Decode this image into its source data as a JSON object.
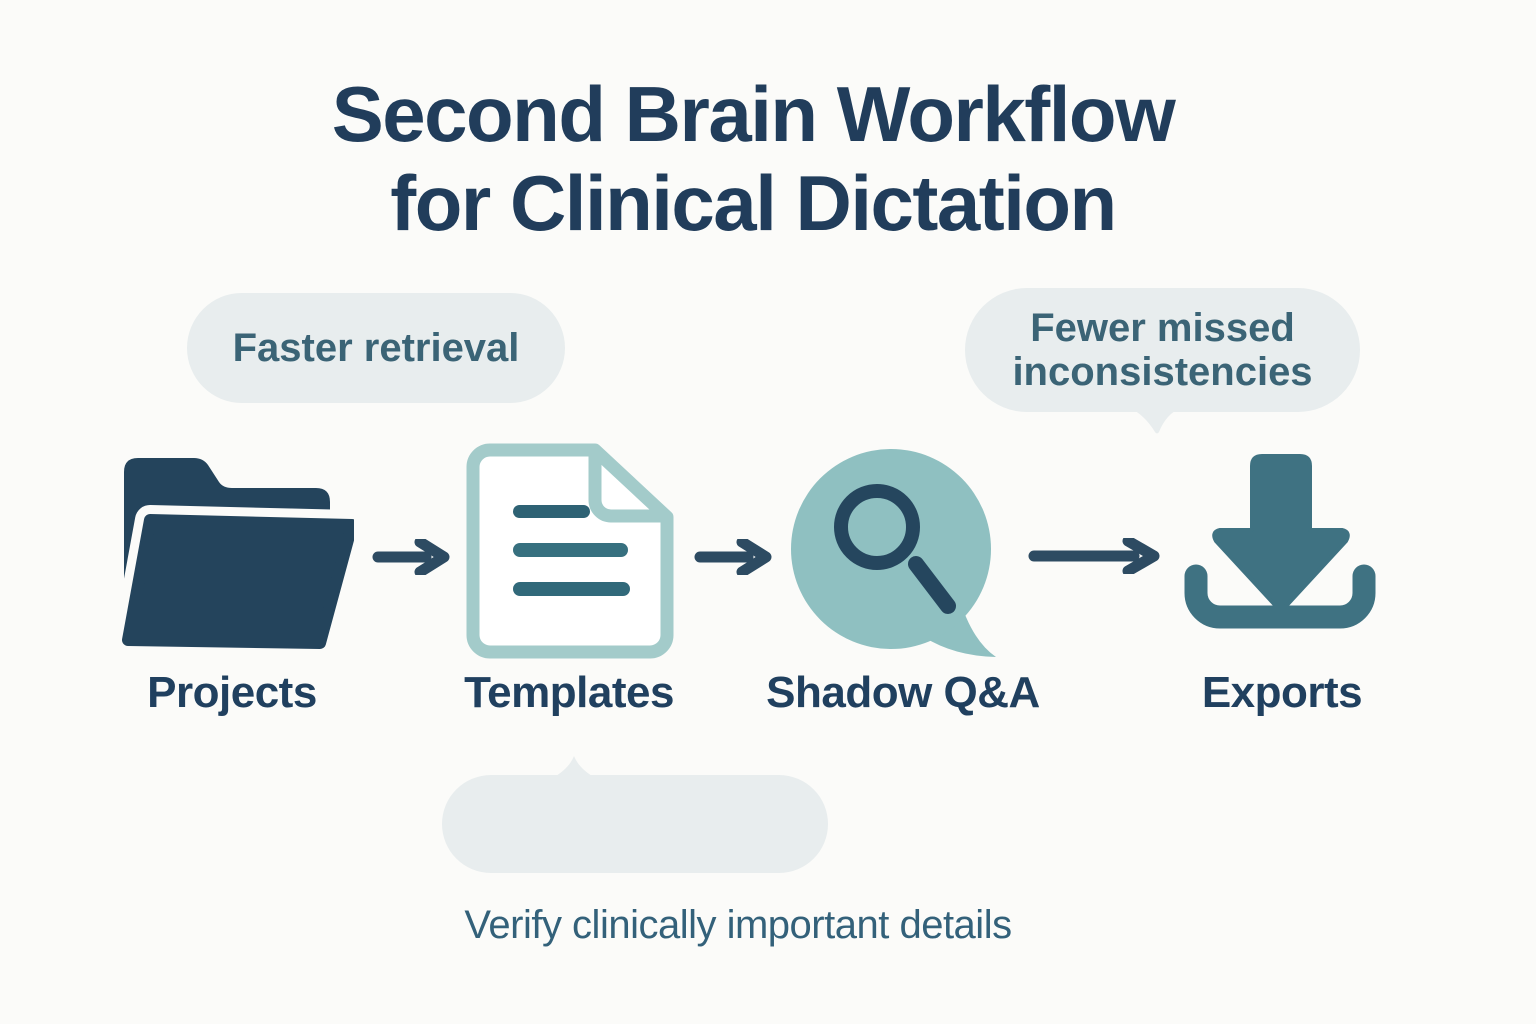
{
  "title": {
    "line1": "Second Brain Workflow",
    "line2": "for Clinical Dictation"
  },
  "callouts": {
    "faster_retrieval": {
      "text": "Faster retrieval",
      "shape": "pill"
    },
    "fewer_missed": {
      "text": "Fewer missed inconsistencies",
      "shape": "speech-bubble-tail-down"
    },
    "empty_note": {
      "text": "",
      "shape": "speech-bubble-tail-up"
    },
    "verify_note": {
      "text": "Verify clinically important details"
    }
  },
  "steps": [
    {
      "label": "Projects",
      "icon": "folder-icon"
    },
    {
      "label": "Templates",
      "icon": "document-icon"
    },
    {
      "label": "Shadow Q&A",
      "icon": "search-speech-bubble-icon"
    },
    {
      "label": "Exports",
      "icon": "download-tray-icon"
    }
  ],
  "connectors": {
    "type": "arrow-right",
    "count": 3
  },
  "colors": {
    "background": "#fbfbf9",
    "title_navy": "#213d5b",
    "label_navy": "#20405f",
    "bubble_background": "#e8edee",
    "bubble_text": "#3b6476",
    "verify_text": "#33617a",
    "folder_navy": "#24445c",
    "arrow_navy": "#2d4b62",
    "document_outline_teal": "#a3cbca",
    "document_line_teal": "#2e6274",
    "qa_circle_teal": "#8fc0c1",
    "magnifier_navy": "#25465e",
    "export_teal": "#3f7282"
  }
}
